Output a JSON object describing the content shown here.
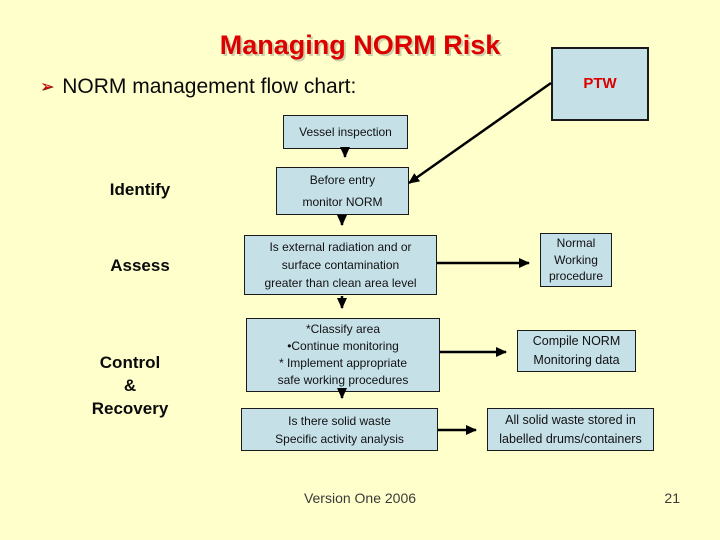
{
  "colors": {
    "background": "#FFFFCC",
    "box-fill": "#C6E0E8",
    "box-border": "#1a1a1a",
    "accent-red": "#DD0000",
    "text": "#111111",
    "footer-text": "#3a3a3a"
  },
  "header": {
    "title": "Managing NORM Risk",
    "bullet_glyph": "➢",
    "subtitle": "NORM management flow chart:"
  },
  "stage_labels": {
    "identify": "Identify",
    "assess": "Assess",
    "control": "Control\n&\nRecovery"
  },
  "flow": {
    "ptw": "PTW",
    "vessel_inspection": "Vessel inspection",
    "before_entry": "Before entry\nmonitor NORM",
    "radiation_check": "Is external radiation and or\nsurface contamination\ngreater than clean area level",
    "classify": "*Classify area\n•Continue monitoring\n* Implement appropriate\nsafe working procedures",
    "solid_waste": "Is there solid waste\nSpecific activity analysis",
    "normal_working": "Normal\nWorking\nprocedure",
    "compile_norm": "Compile NORM\nMonitoring data",
    "all_solid_waste": "All solid waste stored in\nlabelled drums/containers"
  },
  "footer": {
    "version": "Version One 2006",
    "page_number": "21"
  }
}
